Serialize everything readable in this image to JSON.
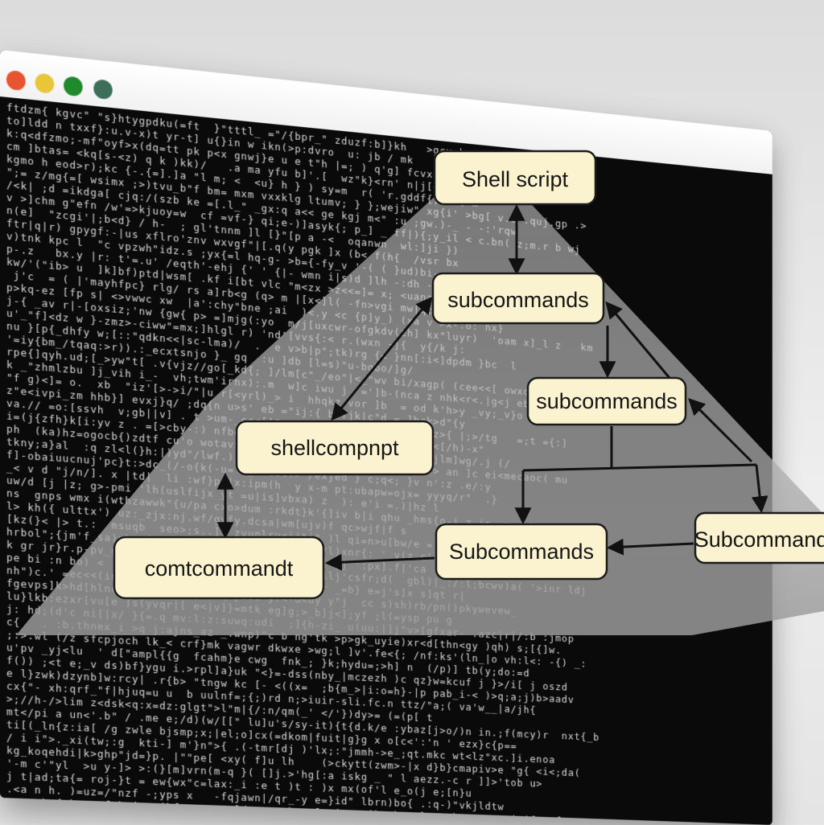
{
  "window": {
    "controls": [
      {
        "name": "close-dot",
        "color": "#e8542f"
      },
      {
        "name": "minimize-dot",
        "color": "#e9c53a"
      },
      {
        "name": "maximize-dot",
        "color": "#1f8a2c"
      },
      {
        "name": "extra-dot",
        "color": "#3d6e58"
      }
    ]
  },
  "diagram": {
    "nodes": [
      {
        "id": "shell-script",
        "label": "Shell script"
      },
      {
        "id": "subcommands-top",
        "label": "subcommands"
      },
      {
        "id": "subcommands-mid",
        "label": "subcommands"
      },
      {
        "id": "shellcompt",
        "label": "shellcompnpt"
      },
      {
        "id": "subcommands-bottom",
        "label": "Subcommands"
      },
      {
        "id": "subcommand-right",
        "label": "Subcommand"
      },
      {
        "id": "comtcommandt",
        "label": "comtcommandt"
      }
    ]
  },
  "colors": {
    "node_fill": "#fbf3cf",
    "node_stroke": "#1b1b1b",
    "terminal_bg": "#0a0a0a",
    "terminal_text": "#d9d9d9"
  }
}
